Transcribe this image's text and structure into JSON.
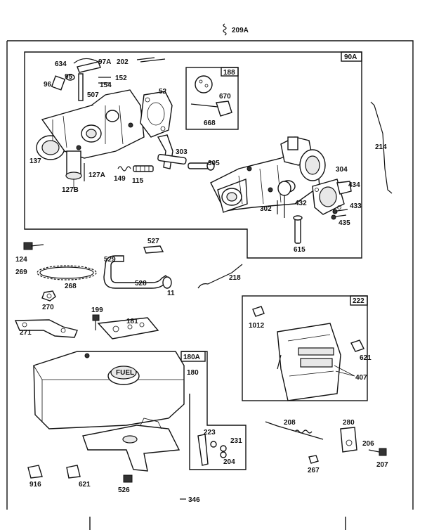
{
  "callouts": {
    "c209A": "209A",
    "c634": "634",
    "c97A": "97A",
    "c202": "202",
    "c95": "95",
    "c152": "152",
    "c96": "96",
    "c154": "154",
    "c507": "507",
    "c52": "52",
    "c137": "137",
    "c127A": "127A",
    "c127B": "127B",
    "c149": "149",
    "c115": "115",
    "c303": "303",
    "c305": "305",
    "c670": "670",
    "c668": "668",
    "c214": "214",
    "c304": "304",
    "c434": "434",
    "c433": "433",
    "c435": "435",
    "c432": "432",
    "c302": "302",
    "c615": "615",
    "c124": "124",
    "c527": "527",
    "c269": "269",
    "c268": "268",
    "c529": "529",
    "c528": "528",
    "c11": "11",
    "c218": "218",
    "c270": "270",
    "c199": "199",
    "c181": "181",
    "c271": "271",
    "c1012": "1012",
    "c621r": "621",
    "c407": "407",
    "c180": "180",
    "c223": "223",
    "c231": "231",
    "c204": "204",
    "c208": "208",
    "c280": "280",
    "c206": "206",
    "c207": "207",
    "c267": "267",
    "c916": "916",
    "c621": "621",
    "c526": "526",
    "c346": "346"
  },
  "boxes": {
    "main": "90A",
    "inset": "188",
    "panel": "222",
    "tank": "180A"
  },
  "tank_text": "FUEL"
}
